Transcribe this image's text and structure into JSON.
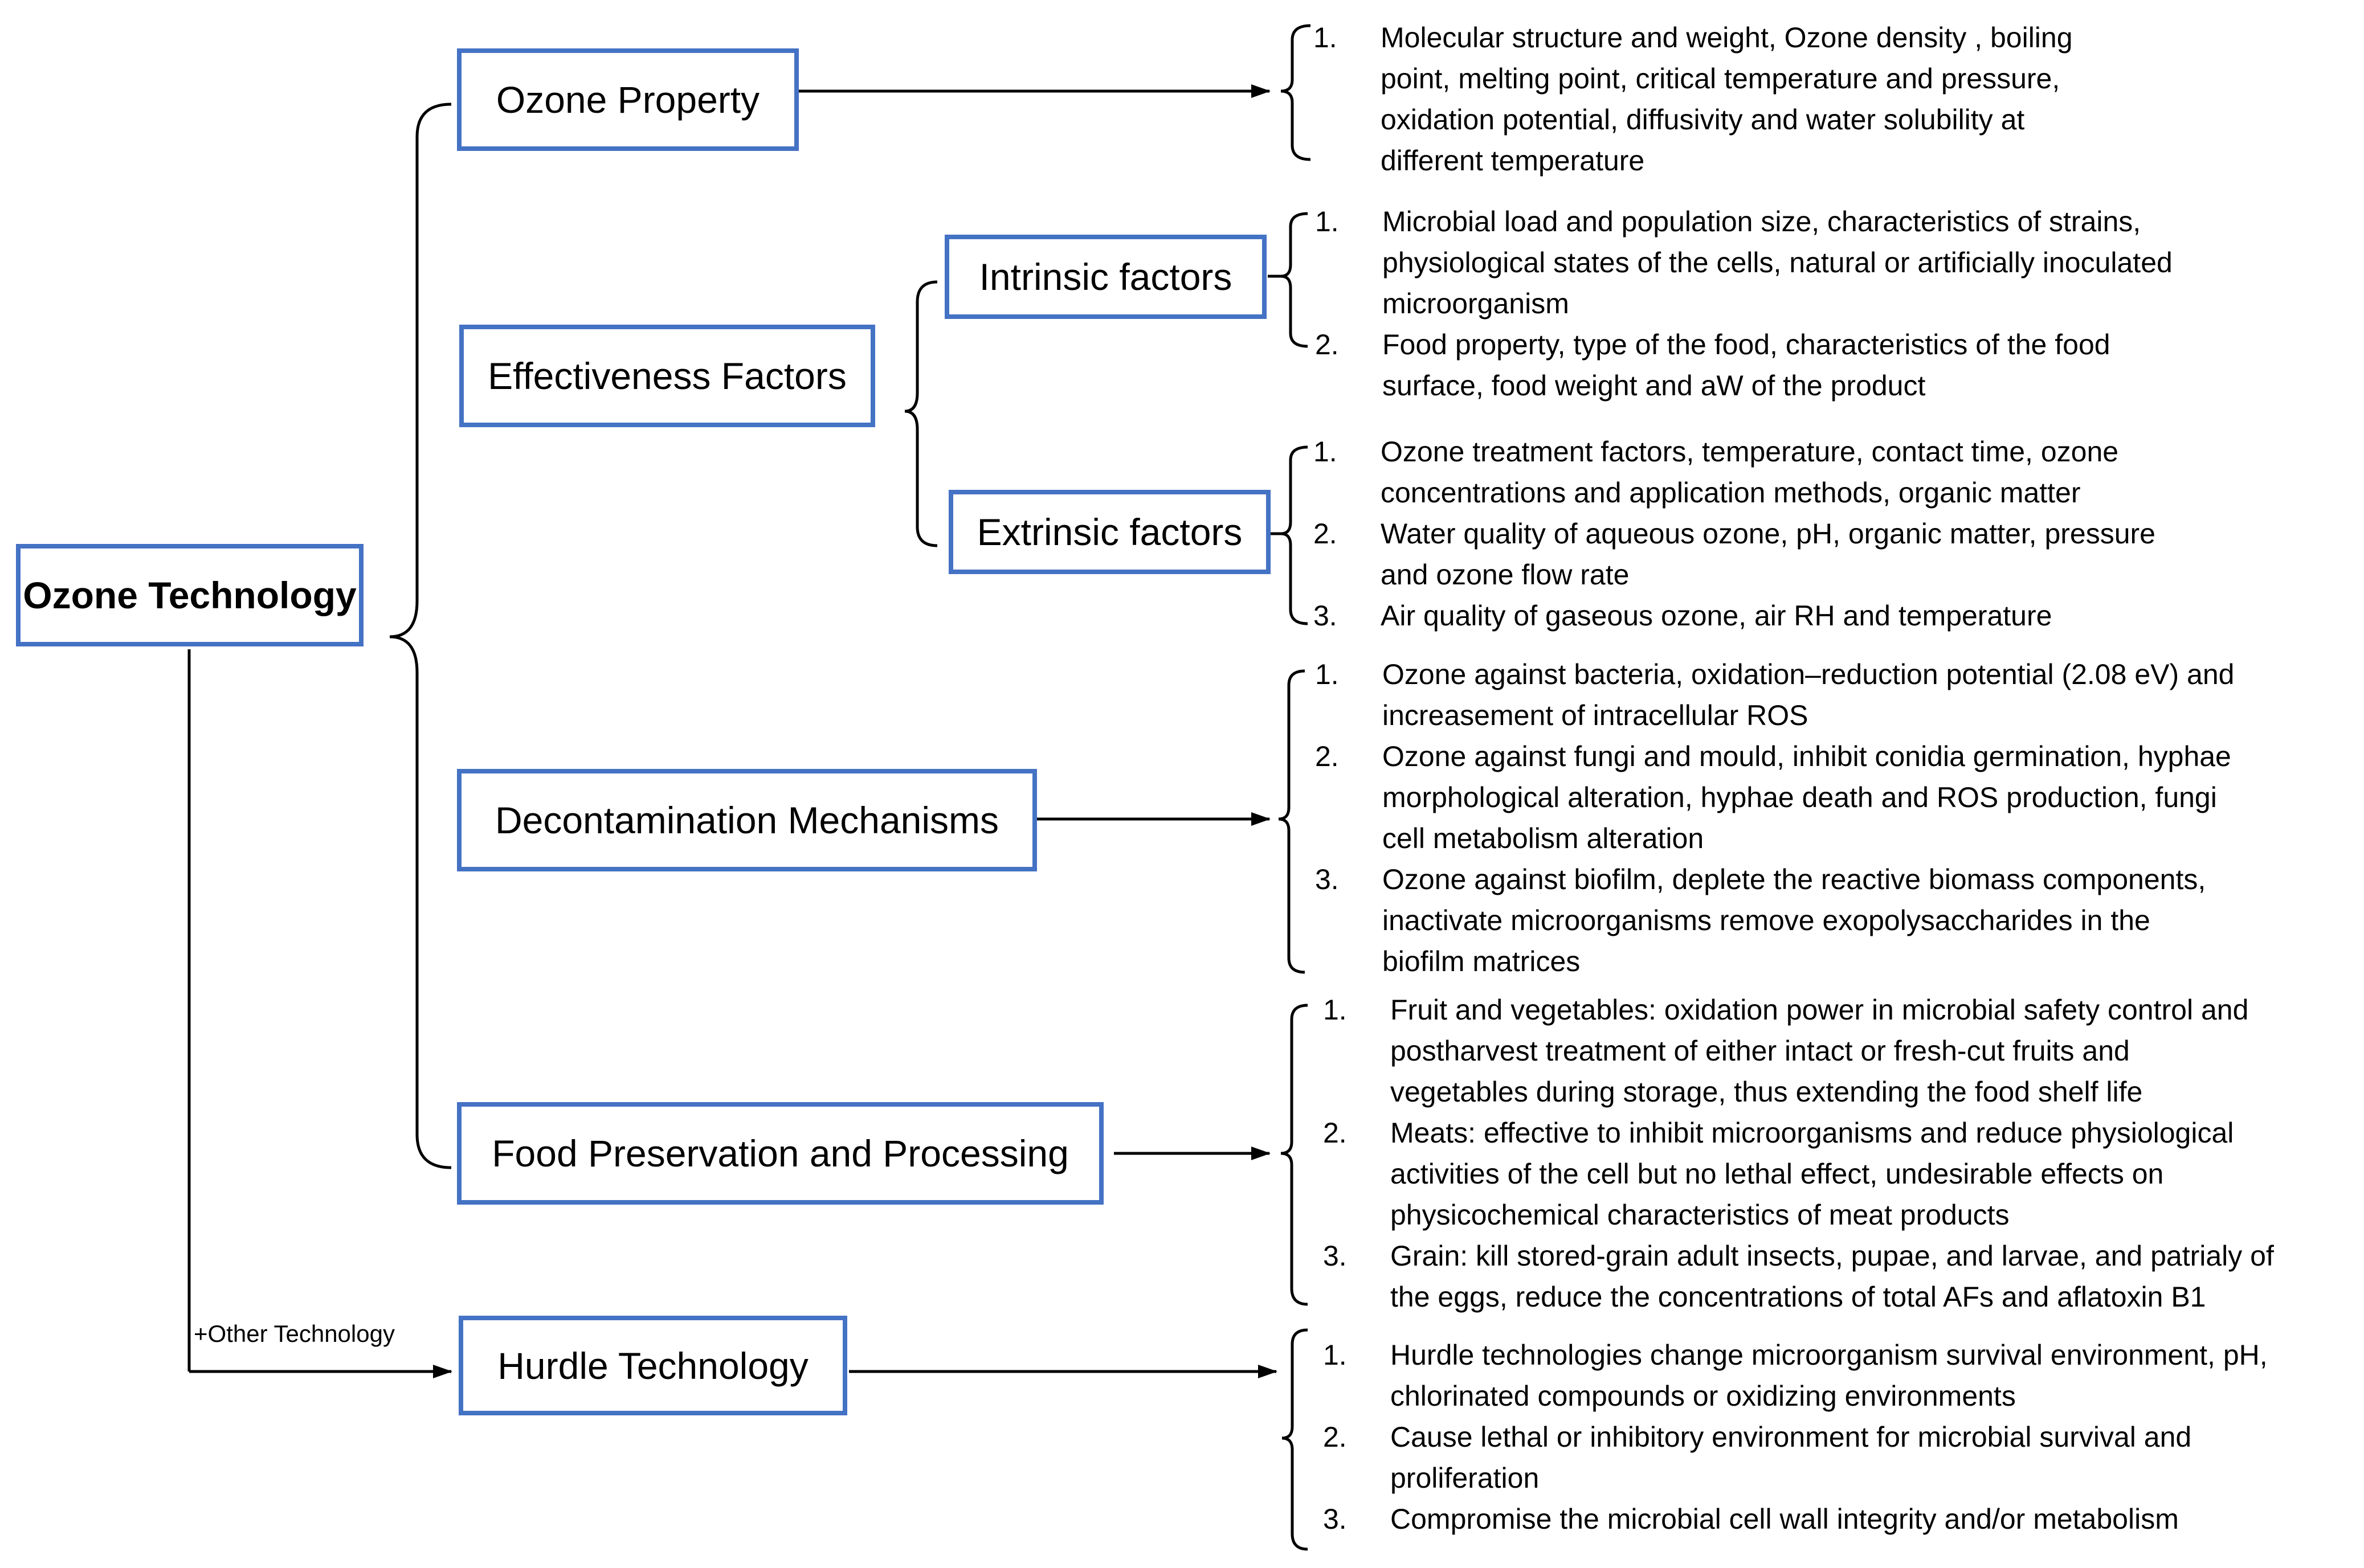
{
  "diagram": {
    "root": "Ozone Technology",
    "nodes": {
      "ozone_property": "Ozone Property",
      "effectiveness_factors": "Effectiveness Factors",
      "intrinsic_factors": "Intrinsic factors",
      "extrinsic_factors": "Extrinsic factors",
      "decontamination_mechanisms": "Decontamination Mechanisms",
      "food_preservation": "Food Preservation and Processing",
      "hurdle_technology": "Hurdle Technology"
    },
    "edge_label": "+Other Technology",
    "lists": {
      "ozone_property": [
        {
          "num": "1.",
          "lines": [
            "Molecular structure and weight, Ozone density , boiling",
            "point, melting point, critical temperature and pressure,",
            "oxidation potential, diffusivity and water solubility at",
            "different temperature"
          ]
        }
      ],
      "intrinsic_factors": [
        {
          "num": "1.",
          "lines": [
            "Microbial load and population size, characteristics of strains,",
            "physiological states of the cells, natural or artificially inoculated",
            "microorganism"
          ]
        },
        {
          "num": "2.",
          "lines": [
            "Food property, type of the food, characteristics of the food",
            "surface, food weight and aW of the product"
          ]
        }
      ],
      "extrinsic_factors": [
        {
          "num": "1.",
          "lines": [
            "Ozone treatment factors, temperature, contact time, ozone",
            "concentrations and application methods, organic matter"
          ]
        },
        {
          "num": "2.",
          "lines": [
            "Water quality of aqueous ozone,  pH, organic matter, pressure",
            "and ozone flow rate"
          ]
        },
        {
          "num": "3.",
          "lines": [
            "Air quality of gaseous ozone, air RH and temperature"
          ]
        }
      ],
      "decontamination_mechanisms": [
        {
          "num": "1.",
          "lines": [
            "Ozone against bacteria, oxidation–reduction potential (2.08 eV) and",
            "increasement of intracellular ROS"
          ]
        },
        {
          "num": "2.",
          "lines": [
            "Ozone against fungi and mould, inhibit conidia germination, hyphae",
            "morphological alteration, hyphae death and ROS production, fungi",
            "cell metabolism alteration"
          ]
        },
        {
          "num": "3.",
          "lines": [
            "Ozone against biofilm, deplete the reactive biomass components,",
            "inactivate microorganisms  remove exopolysaccharides in the",
            "biofilm matrices"
          ]
        }
      ],
      "food_preservation": [
        {
          "num": "1.",
          "lines": [
            "Fruit and vegetables:  oxidation power in microbial safety control and",
            "postharvest treatment of either intact or fresh-cut fruits and",
            "vegetables during storage, thus extending the food shelf life"
          ]
        },
        {
          "num": "2.",
          "lines": [
            "Meats: effective to inhibit microorganisms and reduce physiological",
            "activities of the cell but no lethal effect, undesirable effects on",
            "physicochemical characteristics of meat products"
          ]
        },
        {
          "num": "3.",
          "lines": [
            "Grain: kill stored-grain adult insects, pupae, and larvae, and patrialy of",
            "the eggs, reduce the concentrations of total AFs and aflatoxin B1"
          ]
        }
      ],
      "hurdle_technology": [
        {
          "num": "1.",
          "lines": [
            "Hurdle technologies change microorganism survival environment, pH,",
            "chlorinated compounds or oxidizing environments"
          ]
        },
        {
          "num": "2.",
          "lines": [
            "Cause lethal or inhibitory environment for microbial survival and",
            "proliferation"
          ]
        },
        {
          "num": "3.",
          "lines": [
            "Compromise the microbial cell wall integrity and/or metabolism"
          ]
        }
      ]
    },
    "colors": {
      "box_border": "#4472c4",
      "line": "#000000",
      "text": "#000000"
    }
  }
}
